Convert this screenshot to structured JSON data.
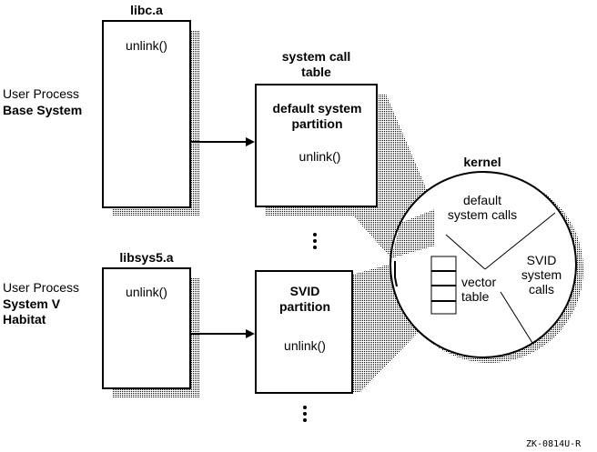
{
  "user_process_base": {
    "line1": "User Process",
    "line2": "Base System"
  },
  "user_process_sysv": {
    "line1": "User Process",
    "line2": "System V",
    "line3": "Habitat"
  },
  "libc": {
    "title": "libc.a",
    "func": "unlink()"
  },
  "libsys5": {
    "title": "libsys5.a",
    "func": "unlink()"
  },
  "syscall_table": {
    "title_line1": "system call",
    "title_line2": "table"
  },
  "default_partition": {
    "title_line1": "default system",
    "title_line2": "partition",
    "func": "unlink()"
  },
  "svid_partition": {
    "title_line1": "SVID",
    "title_line2": "partition",
    "func": "unlink()"
  },
  "kernel": {
    "title": "kernel",
    "default_calls_line1": "default",
    "default_calls_line2": "system calls",
    "svid_calls_line1": "SVID",
    "svid_calls_line2": "system",
    "svid_calls_line3": "calls",
    "vector_line1": "vector",
    "vector_line2": "table"
  },
  "figure_id": "ZK-0814U-R"
}
